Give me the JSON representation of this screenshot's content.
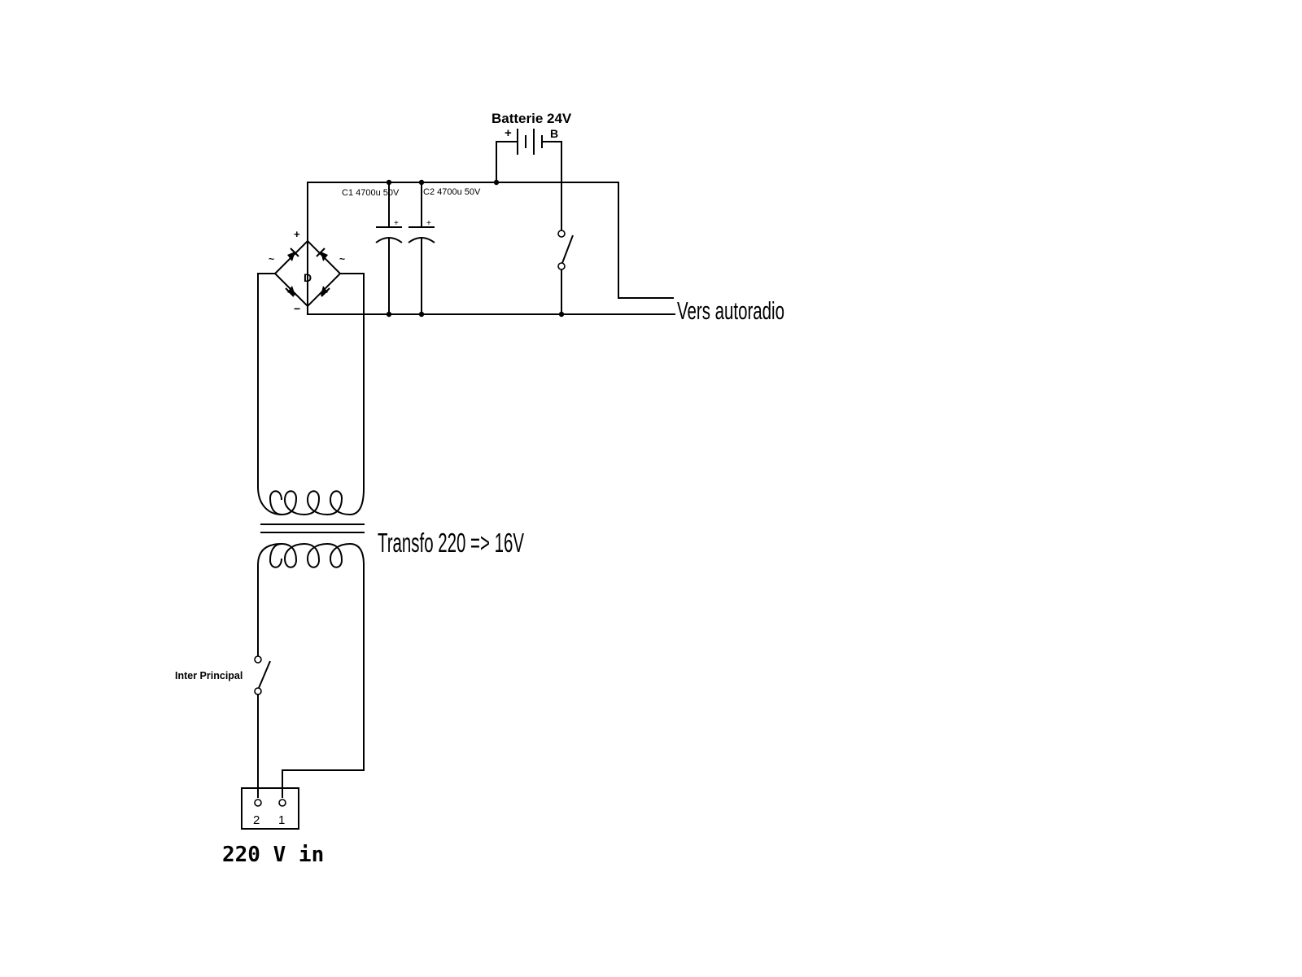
{
  "labels": {
    "battery": "Batterie 24V",
    "battery_plus": "+",
    "battery_b": "B",
    "c1": "C1 4700u 50V",
    "c2": "C2 4700u 50V",
    "cap_plus": "+",
    "bridge_plus": "+",
    "bridge_minus": "−",
    "bridge_ac_left": "~",
    "bridge_ac_right": "~",
    "bridge_name": "D",
    "output": "Vers autoradio",
    "transformer": "Transfo 220 => 16V",
    "main_switch": "Inter Principal",
    "terminal_2": "2",
    "terminal_1": "1",
    "mains_input": "220 V in"
  }
}
